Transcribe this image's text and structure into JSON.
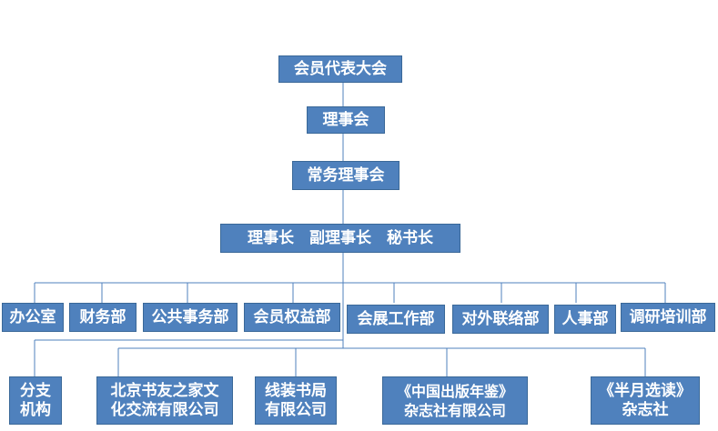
{
  "title": "",
  "nodes": {
    "assembly": "会员代表大会",
    "council": "理事会",
    "standing_council": "常务理事会",
    "leaders": "理事长　副理事长　秘书长",
    "departments": [
      "办公室",
      "财务部",
      "公共事务部",
      "会员权益部",
      "会展工作部",
      "对外联络部",
      "人事部",
      "调研培训部"
    ],
    "affiliates": [
      {
        "line1": "分支",
        "line2": "机构"
      },
      {
        "line1": "北京书友之家文",
        "line2": "化交流有限公司"
      },
      {
        "line1": "线装书局",
        "line2": "有限公司"
      },
      {
        "line1": "《中国出版年鉴》",
        "line2": "杂志社有限公司"
      },
      {
        "line1": "《半月选读》",
        "line2": "杂志社"
      }
    ]
  }
}
